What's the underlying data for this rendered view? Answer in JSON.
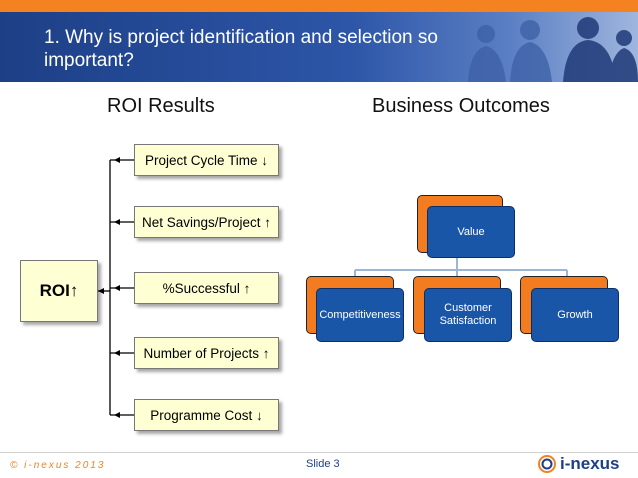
{
  "header": {
    "title": "1. Why is project identification and selection so important?"
  },
  "roi": {
    "title": "ROI Results",
    "root": "ROI↑",
    "items": [
      "Project Cycle Time ↓",
      "Net Savings/Project ↑",
      "%Successful ↑",
      "Number of Projects ↑",
      "Programme Cost ↓"
    ]
  },
  "business": {
    "title": "Business Outcomes",
    "root": "Value",
    "children": [
      "Competitiveness",
      "Customer Satisfaction",
      "Growth"
    ]
  },
  "footer": {
    "copyright": "© i-nexus 2013",
    "slide": "Slide 3",
    "logo": "i-nexus"
  },
  "colors": {
    "orange": "#f58220",
    "navy": "#1d3f86",
    "node_blue": "#1a56a8",
    "box_fill": "#ffffd4"
  }
}
